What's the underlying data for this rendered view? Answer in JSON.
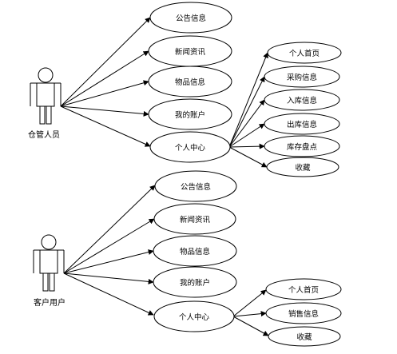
{
  "actors": {
    "warehouse": {
      "label": "仓管人员"
    },
    "customer": {
      "label": "客户用户"
    }
  },
  "use_cases": {
    "wh_notice": {
      "label": "公告信息"
    },
    "wh_news": {
      "label": "新闻资讯"
    },
    "wh_goods": {
      "label": "物品信息"
    },
    "wh_account": {
      "label": "我的账户"
    },
    "wh_center": {
      "label": "个人中心"
    },
    "wh_home": {
      "label": "个人首页"
    },
    "wh_purchase": {
      "label": "采购信息"
    },
    "wh_inbound": {
      "label": "入库信息"
    },
    "wh_outbound": {
      "label": "出库信息"
    },
    "wh_stock": {
      "label": "库存盘点"
    },
    "wh_favorite": {
      "label": "收藏"
    },
    "cu_notice": {
      "label": "公告信息"
    },
    "cu_news": {
      "label": "新闻资讯"
    },
    "cu_goods": {
      "label": "物品信息"
    },
    "cu_account": {
      "label": "我的账户"
    },
    "cu_center": {
      "label": "个人中心"
    },
    "cu_home": {
      "label": "个人首页"
    },
    "cu_sales": {
      "label": "销售信息"
    },
    "cu_favorite": {
      "label": "收藏"
    }
  }
}
